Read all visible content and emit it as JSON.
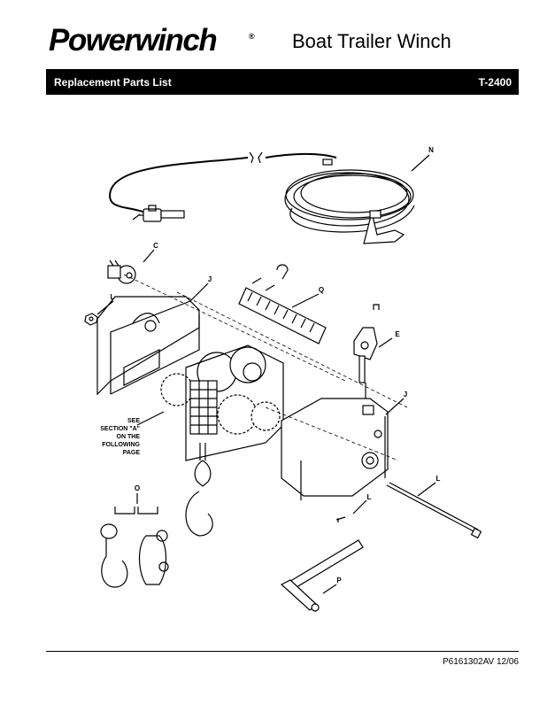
{
  "header": {
    "brand": "Powerwinch",
    "brand_mark": "®",
    "title": "Boat Trailer Winch",
    "bar_left": "Replacement Parts List",
    "bar_right": "T-2400"
  },
  "callouts": {
    "N": "N",
    "C": "C",
    "J1": "J",
    "L1": "L",
    "Q": "Q",
    "E": "E",
    "J2": "J",
    "L2": "L",
    "L3": "L",
    "O": "O",
    "P": "P"
  },
  "see_note": [
    "SEE",
    "SECTION \"A\"",
    "ON THE",
    "FOLLOWING",
    "PAGE"
  ],
  "footer": {
    "doc_number": "P6161302AV  12/06"
  }
}
